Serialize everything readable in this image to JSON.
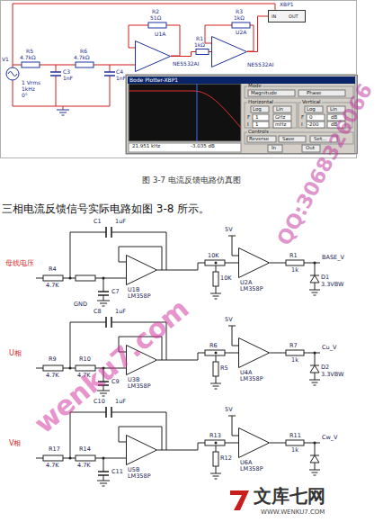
{
  "diagram": {
    "caption": "图 3-7 电流反馈电路仿真图",
    "nodes": [
      {
        "text": [
          "XBP1",
          "IN",
          "OUT"
        ]
      },
      {
        "text": [
          "U1A",
          "NE5532AI"
        ]
      },
      {
        "text": [
          "U2A",
          "NE5532AI"
        ]
      },
      {
        "text": [
          "Bode Plotter-XBP1"
        ]
      },
      {
        "text": [
          "U1B",
          "LM358P"
        ]
      },
      {
        "text": [
          "U2A",
          "LM358P"
        ]
      },
      {
        "text": [
          "U3B",
          "LM358P"
        ]
      },
      {
        "text": [
          "U4A",
          "LM358P"
        ]
      },
      {
        "text": [
          "U5B",
          "LM358P"
        ]
      },
      {
        "text": [
          "U6A",
          "LM358P"
        ]
      }
    ],
    "edges": [
      {
        "from": 1,
        "to": 2,
        "arrow": "none"
      },
      {
        "from": 2,
        "to": 0,
        "arrow": "none"
      },
      {
        "from": 4,
        "to": 5,
        "arrow": "none"
      },
      {
        "from": 6,
        "to": 7,
        "arrow": "none"
      },
      {
        "from": 8,
        "to": 9,
        "arrow": "none"
      }
    ],
    "labels": [
      "V1",
      "1 Vrms",
      "1kHz",
      "0°",
      "R5",
      "4.7kΩ",
      "R6",
      "4.7kΩ",
      "C3",
      "1nF",
      "C4",
      "1nF",
      "R2",
      "51Ω",
      "R3",
      "1kΩ",
      "R1",
      "1kΩ",
      "21.951 kHz",
      "-3.035 dB",
      "Mode",
      "Magnitude",
      "Phase",
      "Horizontal",
      "Vertical",
      "Log",
      "Lin",
      "Log",
      "Lin",
      "F",
      "1",
      "GHz",
      "I",
      "1",
      "mHz",
      "F",
      "0",
      "dB",
      "I",
      "-200",
      "dB",
      "Controls",
      "Reverse",
      "Save",
      "Set...",
      "In",
      "Out",
      "三相电流反馈信号实际电路如图 3-8 所示。",
      "母线电压",
      "R4",
      "4.7K",
      "C1",
      "1uF",
      "C7",
      "GND",
      "5V",
      "10K",
      "10K",
      "R1",
      "1k",
      "BASE_V",
      "D1",
      "3.3VBW",
      "U相",
      "R9",
      "4.7K",
      "R10",
      "4.7K",
      "C8",
      "1uF",
      "C9",
      "5V",
      "R6",
      "R5",
      "R7",
      "1k",
      "Cu_V",
      "D2",
      "3.3VBW",
      "V相",
      "R17",
      "4.7K",
      "R14",
      "4.7K",
      "C10",
      "1uF",
      "C11",
      "5V",
      "R13",
      "R12",
      "R11",
      "1k",
      "Cw_V",
      "wenku7.com",
      "QQ:3068326066",
      "文库七网",
      "WWW.WENKU7.COM"
    ]
  }
}
